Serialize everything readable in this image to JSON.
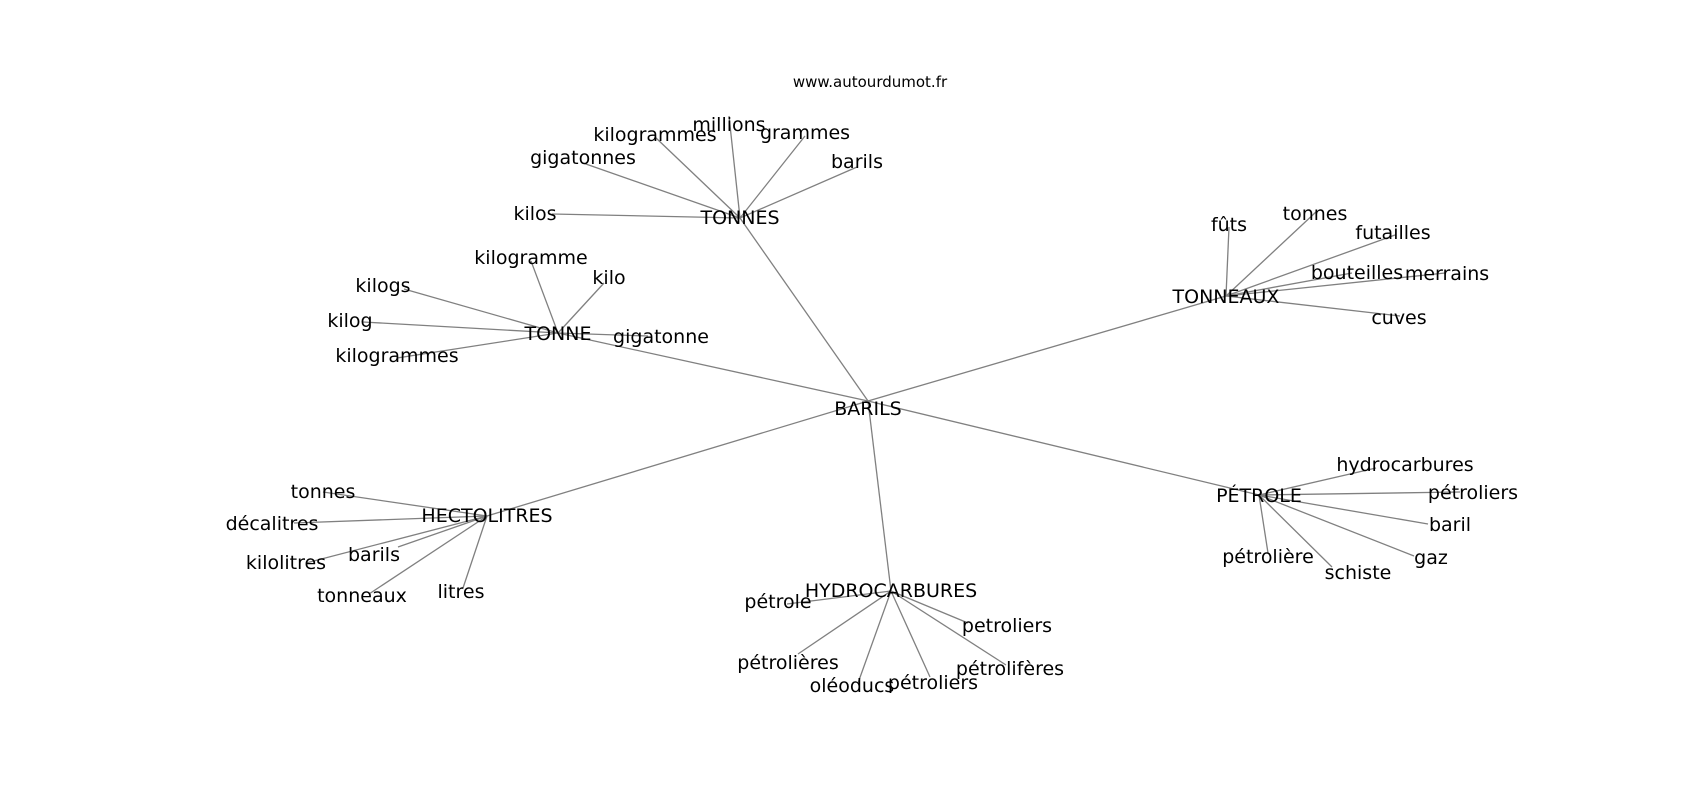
{
  "credit": "www.autourdumot.fr",
  "center": {
    "id": "baril",
    "label": "BARILS"
  },
  "clusters": [
    {
      "id": "tonnes",
      "label": "TONNES",
      "words": [
        {
          "id": "millions",
          "label": "millions"
        },
        {
          "id": "kilogrammes",
          "label": "kilogrammes"
        },
        {
          "id": "grammes",
          "label": "grammes"
        },
        {
          "id": "gigatonnes",
          "label": "gigatonnes"
        },
        {
          "id": "barils",
          "label": "barils"
        },
        {
          "id": "kilos",
          "label": "kilos"
        }
      ]
    },
    {
      "id": "tonne",
      "label": "TONNE",
      "words": [
        {
          "id": "kilogramme",
          "label": "kilogramme"
        },
        {
          "id": "kilo",
          "label": "kilo"
        },
        {
          "id": "kilogs",
          "label": "kilogs"
        },
        {
          "id": "kilog",
          "label": "kilog"
        },
        {
          "id": "gigatonne",
          "label": "gigatonne"
        },
        {
          "id": "kilogrammes",
          "label": "kilogrammes"
        }
      ]
    },
    {
      "id": "tonneaux",
      "label": "TONNEAUX",
      "words": [
        {
          "id": "futs",
          "label": "fûts"
        },
        {
          "id": "tonnes",
          "label": "tonnes"
        },
        {
          "id": "futailles",
          "label": "futailles"
        },
        {
          "id": "bouteilles",
          "label": "bouteilles"
        },
        {
          "id": "merrains",
          "label": "merrains"
        },
        {
          "id": "cuves",
          "label": "cuves"
        }
      ]
    },
    {
      "id": "hectolitres",
      "label": "HECTOLITRES",
      "words": [
        {
          "id": "tonnes",
          "label": "tonnes"
        },
        {
          "id": "decalitres",
          "label": "décalitres"
        },
        {
          "id": "kilolitres",
          "label": "kilolitres"
        },
        {
          "id": "barils",
          "label": "barils"
        },
        {
          "id": "tonneaux",
          "label": "tonneaux"
        },
        {
          "id": "litres",
          "label": "litres"
        }
      ]
    },
    {
      "id": "hydrocarbures",
      "label": "HYDROCARBURES",
      "words": [
        {
          "id": "petrole",
          "label": "pétrole"
        },
        {
          "id": "petroliers",
          "label": "petroliers"
        },
        {
          "id": "petrolieres",
          "label": "pétrolières"
        },
        {
          "id": "petroliferes",
          "label": "pétrolifères"
        },
        {
          "id": "oleoducs",
          "label": "oléoducs"
        },
        {
          "id": "petroliers-accent",
          "label": "pétroliers"
        }
      ]
    },
    {
      "id": "petrole",
      "label": "PÉTROLE",
      "words": [
        {
          "id": "hydrocarbures",
          "label": "hydrocarbures"
        },
        {
          "id": "petroliers",
          "label": "pétroliers"
        },
        {
          "id": "baril",
          "label": "baril"
        },
        {
          "id": "gaz",
          "label": "gaz"
        },
        {
          "id": "petroliere",
          "label": "pétrolière"
        },
        {
          "id": "schiste",
          "label": "schiste"
        }
      ]
    }
  ]
}
